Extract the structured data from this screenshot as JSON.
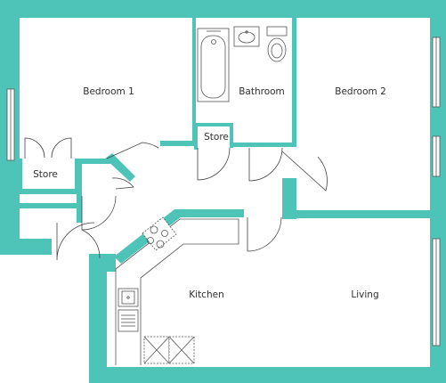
{
  "colors": {
    "wall": "#4ec3b7",
    "background": "#ffffff",
    "line": "#555555",
    "text": "#2f2f2f"
  },
  "rooms": {
    "bedroom1": "Bedroom 1",
    "bathroom": "Bathroom",
    "bedroom2": "Bedroom 2",
    "store_left": "Store",
    "store_hall": "Store",
    "kitchen": "Kitchen",
    "living": "Living"
  },
  "icons": [
    "door-swing-icon",
    "window-icon",
    "bathtub-icon",
    "sink-icon",
    "toilet-icon",
    "hob-icon",
    "kitchen-sink-icon"
  ]
}
